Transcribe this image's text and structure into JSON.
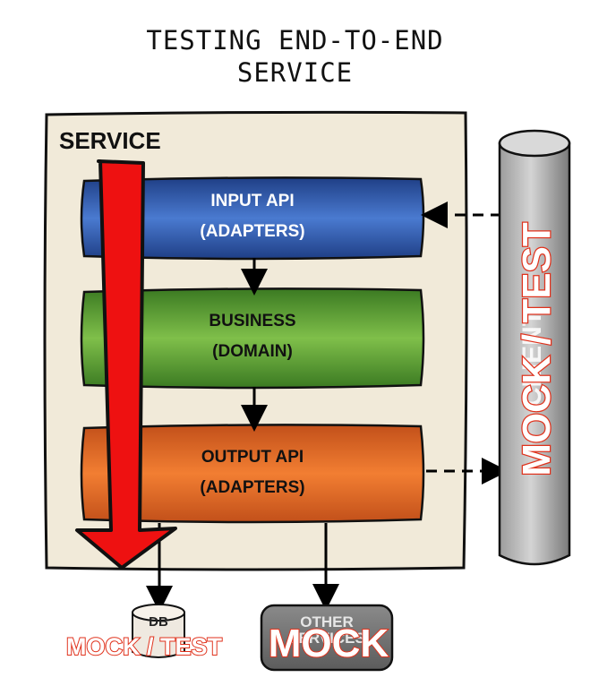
{
  "title": {
    "line1": "TESTING END-TO-END",
    "line2": "SERVICE"
  },
  "service": {
    "label": "SERVICE"
  },
  "layers": [
    {
      "line1": "INPUT API",
      "line2": "(ADAPTERS)",
      "color": "#2e58a6"
    },
    {
      "line1": "BUSINESS",
      "line2": "(DOMAIN)",
      "color": "#4f8f2c"
    },
    {
      "line1": "OUTPUT API",
      "line2": "(ADAPTERS)",
      "color": "#d9611c"
    }
  ],
  "right_cylinder": {
    "back_label": "CLIENT",
    "label": "MOCK / TEST"
  },
  "db_cylinder": {
    "back_label": "DB",
    "label": "MOCK / TEST"
  },
  "other_box": {
    "back_label": "OTHER SERVICES",
    "label": "MOCK"
  },
  "colors": {
    "panel": "#f1ead9",
    "arrow": "#ee1111",
    "mock_stroke": "#e0321c"
  }
}
